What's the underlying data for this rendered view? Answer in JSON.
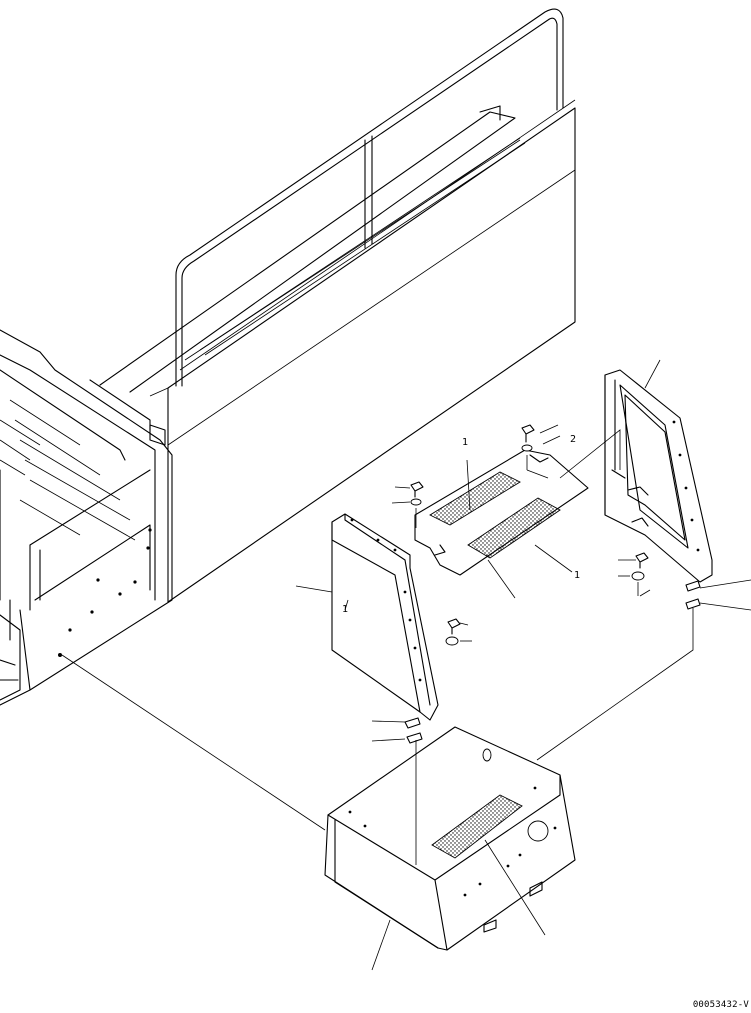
{
  "drawing_code": "00053432-V",
  "callouts": [
    "1",
    "2",
    "1",
    "1"
  ]
}
